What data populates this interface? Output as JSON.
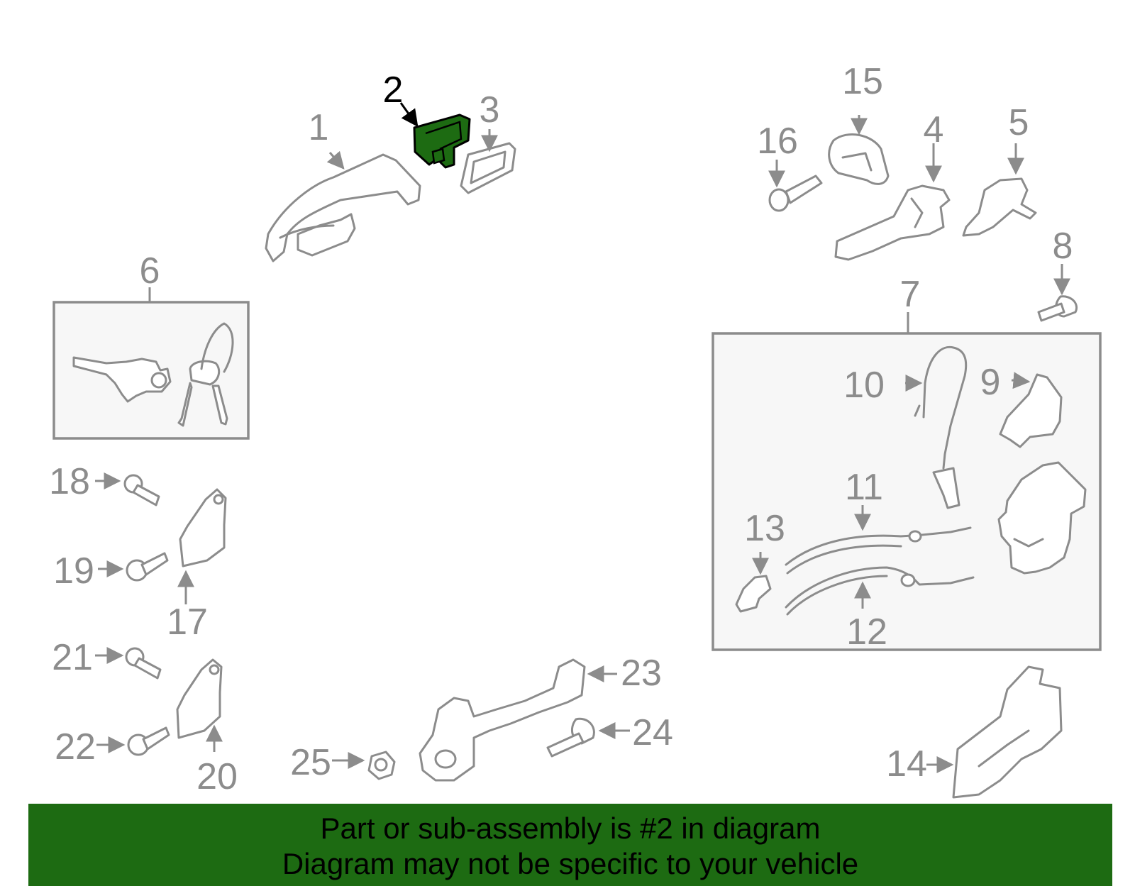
{
  "callouts": {
    "c1": "1",
    "c2": "2",
    "c3": "3",
    "c4": "4",
    "c5": "5",
    "c6": "6",
    "c7": "7",
    "c8": "8",
    "c9": "9",
    "c10": "10",
    "c11": "11",
    "c12": "12",
    "c13": "13",
    "c14": "14",
    "c15": "15",
    "c16": "16",
    "c17": "17",
    "c18": "18",
    "c19": "19",
    "c20": "20",
    "c21": "21",
    "c22": "22",
    "c23": "23",
    "c24": "24",
    "c25": "25"
  },
  "highlight": {
    "part": "2",
    "color": "#1d6b12"
  },
  "banner": {
    "line1": "Part or sub-assembly is #2 in diagram",
    "line2": "Diagram may not be specific to your vehicle",
    "background": "#1d6b12"
  }
}
